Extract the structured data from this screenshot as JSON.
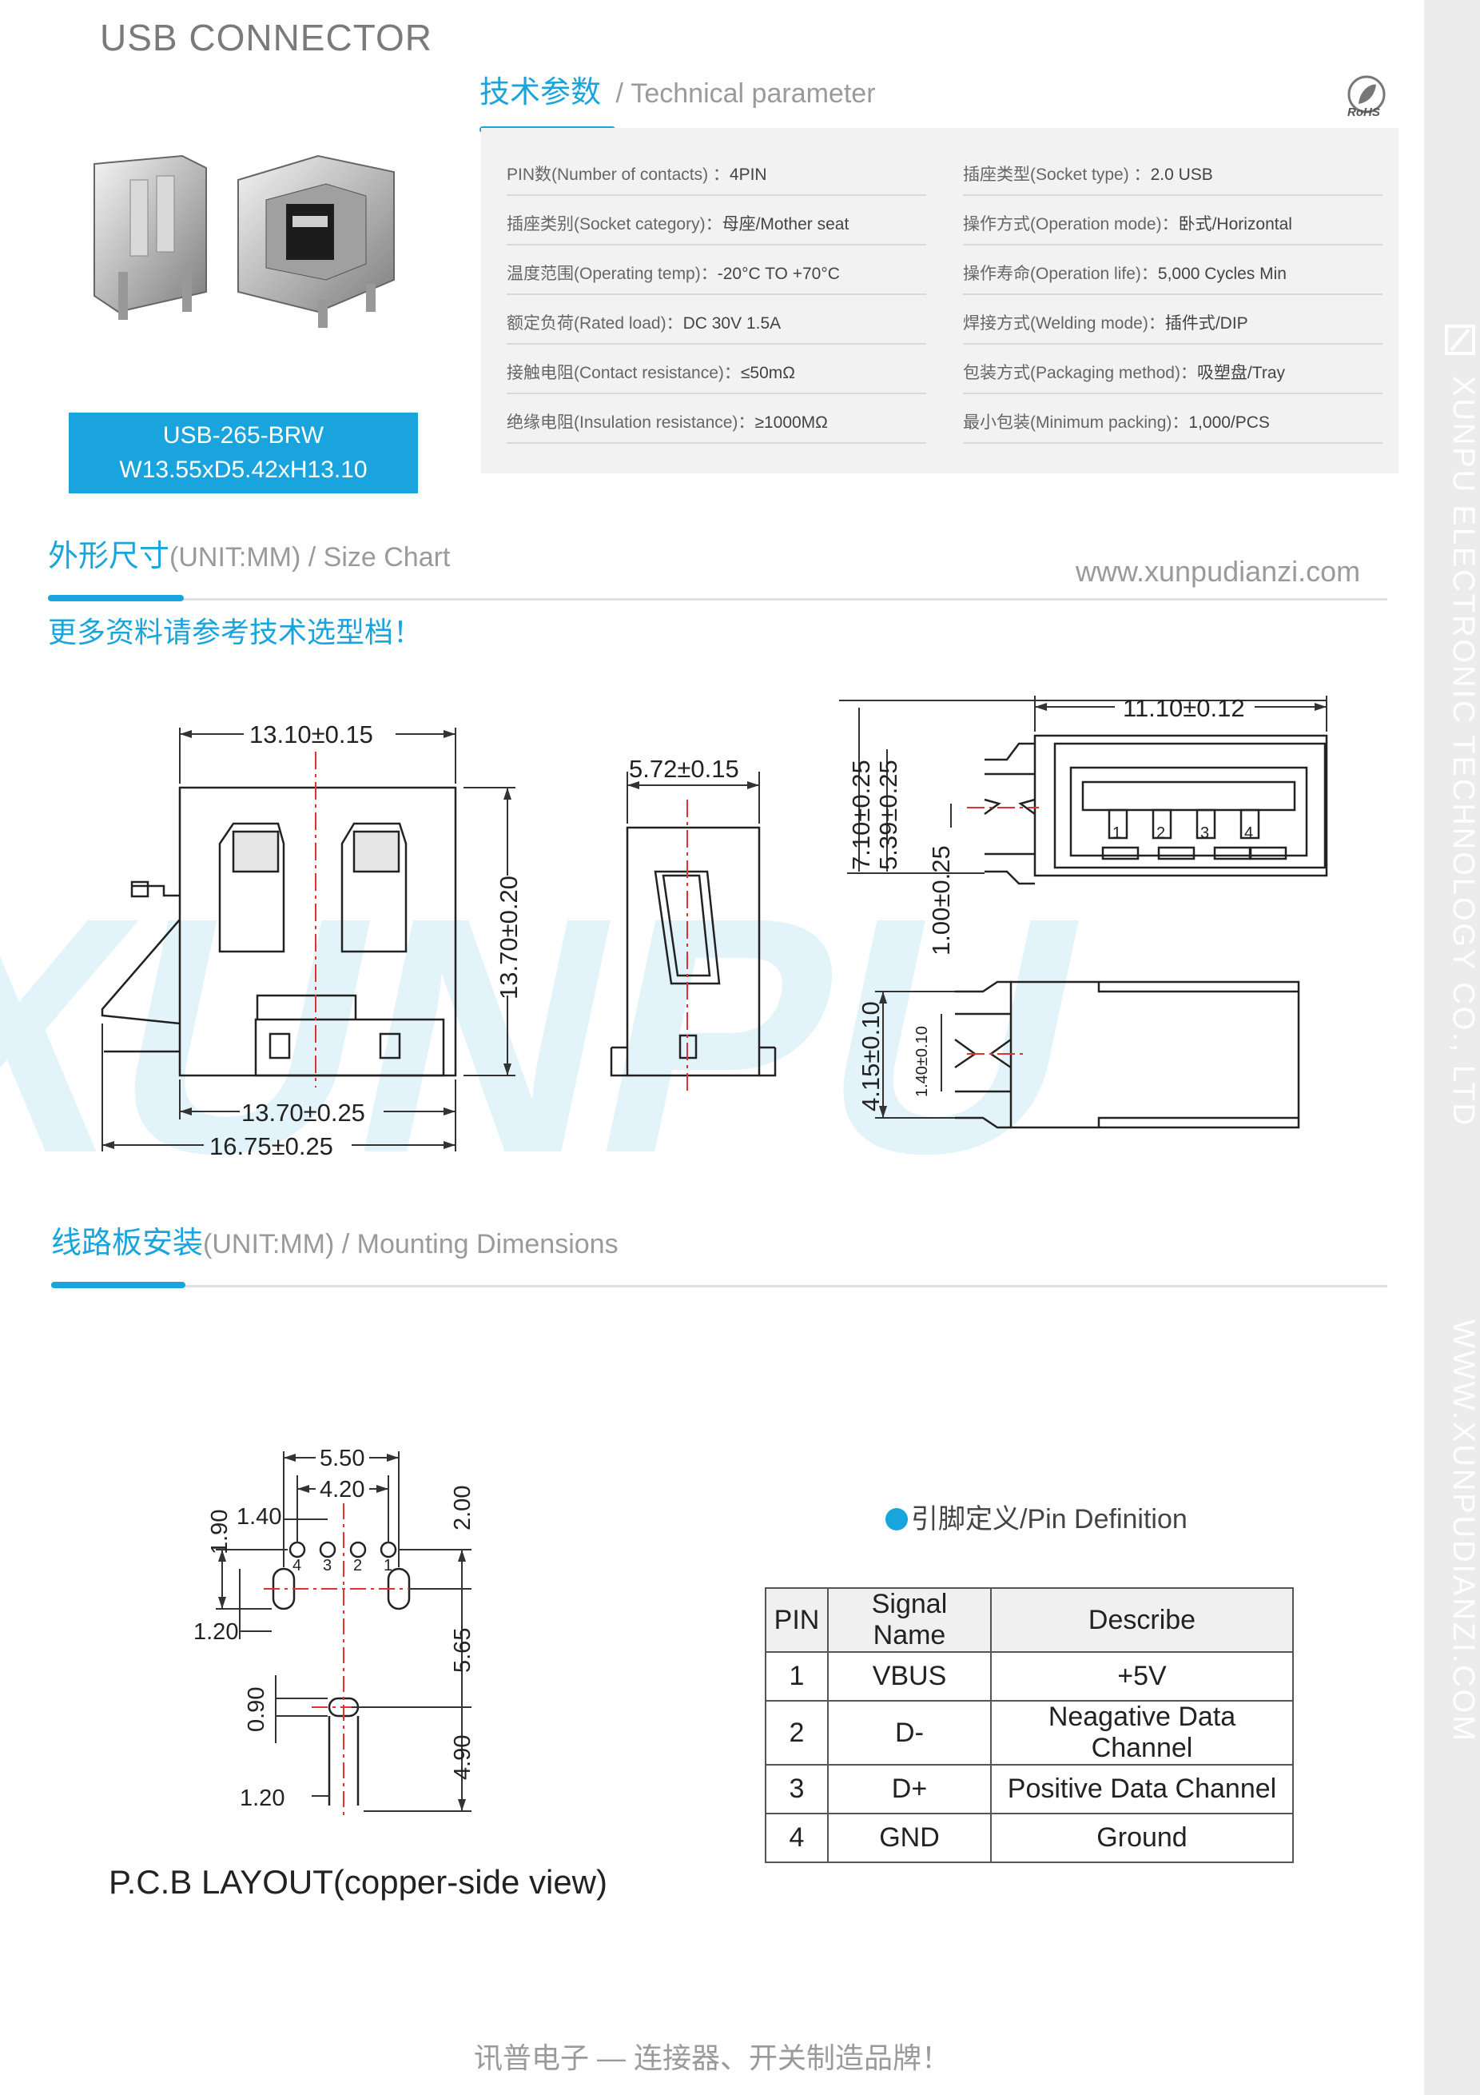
{
  "header": {
    "title": "USB CONNECTOR"
  },
  "tech": {
    "title_cn": "技术参数",
    "title_en": "/ Technical parameter",
    "rohs": "RoHS",
    "left": [
      {
        "label": "PIN数(Number of contacts) ：",
        "value": "4PIN"
      },
      {
        "label": "插座类别(Socket category)：",
        "value": "母座/Mother seat"
      },
      {
        "label": "温度范围(Operating temp)：",
        "value": "-20°C TO +70°C"
      },
      {
        "label": "额定负荷(Rated load)：",
        "value": "DC 30V 1.5A"
      },
      {
        "label": "接触电阻(Contact resistance)：",
        "value": "≤50mΩ"
      },
      {
        "label": "绝缘电阻(Insulation resistance)：",
        "value": "≥1000MΩ"
      }
    ],
    "right": [
      {
        "label": "插座类型(Socket type) ：",
        "value": "2.0 USB"
      },
      {
        "label": "操作方式(Operation mode)：",
        "value": "卧式/Horizontal"
      },
      {
        "label": "操作寿命(Operation life)：",
        "value": "5,000 Cycles Min"
      },
      {
        "label": "焊接方式(Welding mode)：",
        "value": "插件式/DIP"
      },
      {
        "label": "包装方式(Packaging method)：",
        "value": "吸塑盘/Tray"
      },
      {
        "label": "最小包装(Minimum packing)：",
        "value": "1,000/PCS"
      }
    ]
  },
  "model": {
    "name": "USB-265-BRW",
    "size": "W13.55xD5.42xH13.10"
  },
  "size_chart": {
    "title_cn": "外形尺寸",
    "title_en": "(UNIT:MM) / Size Chart",
    "website": "www.xunpudianzi.com",
    "note": "更多资料请参考技术选型档！",
    "watermark": "XUNPU",
    "dims": {
      "front_width": "13.10±0.15",
      "front_height": "13.70±0.20",
      "front_base": "13.70±0.25",
      "front_total": "16.75±0.25",
      "side_width": "5.72±0.15",
      "top_width": "11.10±0.12",
      "h710": "7.10±0.25",
      "h539": "5.39±0.25",
      "h100": "1.00±0.25",
      "h415": "4.15±0.10",
      "h140": "1.40±0.10",
      "pins": [
        "1",
        "2",
        "3",
        "4"
      ]
    }
  },
  "mounting": {
    "title_cn": "线路板安装",
    "title_en": "(UNIT:MM) / Mounting Dimensions",
    "dims": {
      "d550": "5.50",
      "d420": "4.20",
      "d140": "1.40",
      "d190": "1.90",
      "d200": "2.00",
      "d120a": "1.20",
      "d565": "5.65",
      "d090": "0.90",
      "d490": "4.90",
      "d120b": "1.20",
      "pins": [
        "4",
        "3",
        "2",
        "1"
      ]
    },
    "pcb_caption": "P.C.B LAYOUT(copper-side view)"
  },
  "pin_definition": {
    "caption": "引脚定义/Pin Definition",
    "headers": [
      "PIN",
      "Signal Name",
      "Describe"
    ],
    "rows": [
      [
        "1",
        "VBUS",
        "+5V"
      ],
      [
        "2",
        "D-",
        "Neagative Data Channel"
      ],
      [
        "3",
        "D+",
        "Positive Data Channel"
      ],
      [
        "4",
        "GND",
        "Ground"
      ]
    ]
  },
  "sidebar": {
    "company": "XUNPU ELECTRONIC TECHNOLOGY CO., LTD",
    "website": "WWW.XUNPUDIANZI.COM"
  },
  "footer": {
    "slogan": "讯普电子 — 连接器、开关制造品牌！"
  },
  "colors": {
    "accent": "#1aa4dd",
    "sidebar": "#ececec",
    "panel": "#f2f2f2"
  }
}
